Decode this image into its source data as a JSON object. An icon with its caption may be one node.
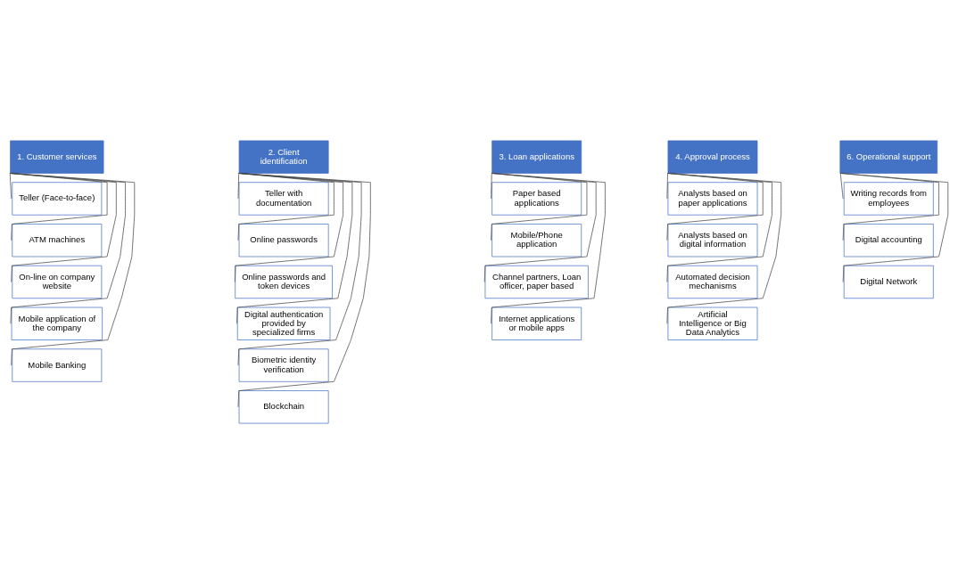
{
  "diagram": {
    "nodes": [
      {
        "text": [
          "1. Customer services"
        ]
      },
      {
        "text": [
          "Teller (Face-to-face)"
        ]
      },
      {
        "text": [
          "ATM machines"
        ]
      },
      {
        "text": [
          "On-line on company website"
        ]
      },
      {
        "text": [
          "Mobile application of the company"
        ]
      },
      {
        "text": [
          "Mobile Banking"
        ]
      },
      {
        "text": [
          "2. Client identification"
        ]
      },
      {
        "text": [
          "Teller with documentation"
        ]
      },
      {
        "text": [
          "Online passwords"
        ]
      },
      {
        "text": [
          "Online passwords and token devices"
        ]
      },
      {
        "text": [
          "Digital authentication provided by specialized firms"
        ]
      },
      {
        "text": [
          "Biometric identity verification"
        ]
      },
      {
        "text": [
          "Blockchain"
        ]
      },
      {
        "text": [
          "3. Loan applications"
        ]
      },
      {
        "text": [
          "Paper based applications"
        ]
      },
      {
        "text": [
          "Mobile/Phone application"
        ]
      },
      {
        "text": [
          "Channel partners, Loan officer, paper based"
        ]
      },
      {
        "text": [
          "Internet applications or mobile apps"
        ]
      },
      {
        "text": [
          "4. Approval process"
        ]
      },
      {
        "text": [
          "Analysts based on paper applications"
        ]
      },
      {
        "text": [
          "Analysts based on digital information"
        ]
      },
      {
        "text": [
          "Automated decision mechanisms"
        ]
      },
      {
        "text": [
          "Artificial Intelligence or Big Data Analytics"
        ]
      },
      {
        "text": [
          "6. Operational support"
        ]
      },
      {
        "text": [
          "Writing records from employees"
        ]
      },
      {
        "text": [
          "Digital accounting"
        ]
      },
      {
        "text": [
          "Digital Network"
        ]
      }
    ],
    "edges": [
      {
        "from": 0,
        "to": 1,
        "arrow": "none"
      },
      {
        "from": 0,
        "to": 2,
        "arrow": "none"
      },
      {
        "from": 0,
        "to": 3,
        "arrow": "none"
      },
      {
        "from": 0,
        "to": 4,
        "arrow": "none"
      },
      {
        "from": 0,
        "to": 5,
        "arrow": "none"
      },
      {
        "from": 6,
        "to": 7,
        "arrow": "none"
      },
      {
        "from": 6,
        "to": 8,
        "arrow": "none"
      },
      {
        "from": 6,
        "to": 9,
        "arrow": "none"
      },
      {
        "from": 6,
        "to": 10,
        "arrow": "none"
      },
      {
        "from": 6,
        "to": 11,
        "arrow": "none"
      },
      {
        "from": 6,
        "to": 12,
        "arrow": "none"
      },
      {
        "from": 13,
        "to": 14,
        "arrow": "none"
      },
      {
        "from": 13,
        "to": 15,
        "arrow": "none"
      },
      {
        "from": 13,
        "to": 16,
        "arrow": "none"
      },
      {
        "from": 13,
        "to": 17,
        "arrow": "none"
      },
      {
        "from": 18,
        "to": 19,
        "arrow": "none"
      },
      {
        "from": 18,
        "to": 20,
        "arrow": "none"
      },
      {
        "from": 18,
        "to": 21,
        "arrow": "none"
      },
      {
        "from": 18,
        "to": 22,
        "arrow": "none"
      },
      {
        "from": 23,
        "to": 24,
        "arrow": "none"
      },
      {
        "from": 23,
        "to": 25,
        "arrow": "none"
      },
      {
        "from": 23,
        "to": 26,
        "arrow": "none"
      }
    ]
  }
}
